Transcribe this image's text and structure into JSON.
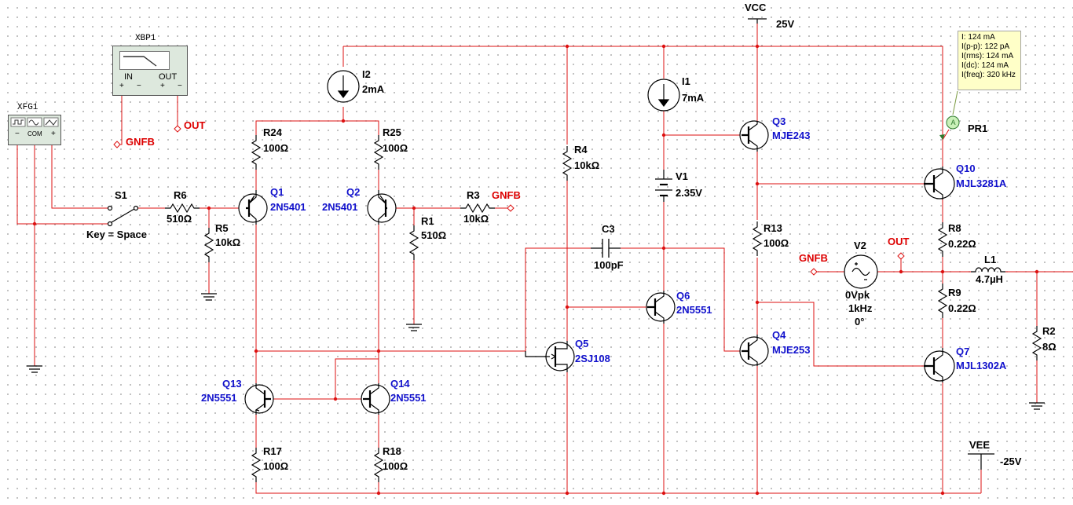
{
  "instruments": {
    "xbp1": {
      "name": "XBP1",
      "in_label": "IN",
      "out_label": "OUT",
      "plus": "+",
      "minus": "−"
    },
    "xfg1": {
      "name": "XFG1",
      "com_label": "COM",
      "plus": "+",
      "minus": "−"
    }
  },
  "nets": {
    "gnfb": "GNFB",
    "out": "OUT",
    "vcc": "VCC",
    "vcc_value": "25V",
    "vee": "VEE",
    "vee_value": "-25V"
  },
  "switch": {
    "ref": "S1",
    "key": "Key = Space"
  },
  "sources": {
    "i2": {
      "ref": "I2",
      "value": "2mA"
    },
    "i1": {
      "ref": "I1",
      "value": "7mA"
    },
    "v1": {
      "ref": "V1",
      "value": "2.35V"
    },
    "v2": {
      "ref": "V2",
      "amplitude": "0Vpk",
      "frequency": "1kHz",
      "phase": "0°"
    }
  },
  "resistors": {
    "r6": {
      "ref": "R6",
      "value": "510Ω"
    },
    "r5": {
      "ref": "R5",
      "value": "10kΩ"
    },
    "r24": {
      "ref": "R24",
      "value": "100Ω"
    },
    "r25": {
      "ref": "R25",
      "value": "100Ω"
    },
    "r1": {
      "ref": "R1",
      "value": "510Ω"
    },
    "r3": {
      "ref": "R3",
      "value": "10kΩ"
    },
    "r4": {
      "ref": "R4",
      "value": "10kΩ"
    },
    "r13": {
      "ref": "R13",
      "value": "100Ω"
    },
    "r8": {
      "ref": "R8",
      "value": "0.22Ω"
    },
    "r9": {
      "ref": "R9",
      "value": "0.22Ω"
    },
    "r2": {
      "ref": "R2",
      "value": "8Ω"
    },
    "r17": {
      "ref": "R17",
      "value": "100Ω"
    },
    "r18": {
      "ref": "R18",
      "value": "100Ω"
    }
  },
  "capacitors": {
    "c3": {
      "ref": "C3",
      "value": "100pF"
    }
  },
  "inductors": {
    "l1": {
      "ref": "L1",
      "value": "4.7µH"
    }
  },
  "transistors": {
    "q1": {
      "ref": "Q1",
      "part": "2N5401"
    },
    "q2": {
      "ref": "Q2",
      "part": "2N5401"
    },
    "q3": {
      "ref": "Q3",
      "part": "MJE243"
    },
    "q4": {
      "ref": "Q4",
      "part": "MJE253"
    },
    "q5": {
      "ref": "Q5",
      "part": "2SJ108"
    },
    "q6": {
      "ref": "Q6",
      "part": "2N5551"
    },
    "q7": {
      "ref": "Q7",
      "part": "MJL1302A"
    },
    "q10": {
      "ref": "Q10",
      "part": "MJL3281A"
    },
    "q13": {
      "ref": "Q13",
      "part": "2N5551"
    },
    "q14": {
      "ref": "Q14",
      "part": "2N5551"
    }
  },
  "probe": {
    "ref": "PR1",
    "symbol": "A",
    "readings": [
      "I: 124 mA",
      "I(p-p): 122 pA",
      "I(rms): 124 mA",
      "I(dc): 124 mA",
      "I(freq): 320 kHz"
    ]
  },
  "colors": {
    "wire": "#dd1111",
    "component": "#000000",
    "part_label": "#1111cc",
    "net_label": "#dd0000",
    "tooltip_bg": "#ffffc8"
  }
}
